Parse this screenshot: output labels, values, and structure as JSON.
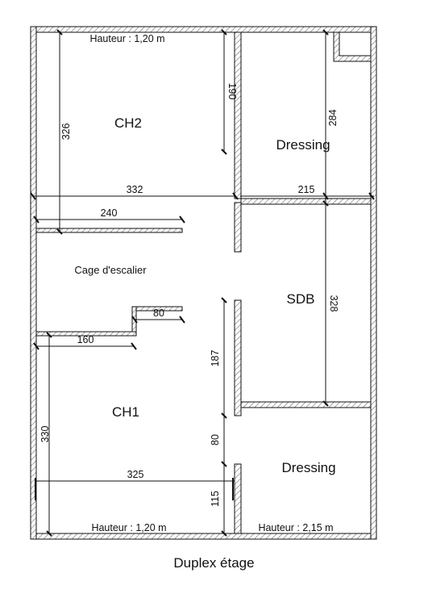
{
  "title": "Duplex étage",
  "rooms": {
    "ch2": "CH2",
    "ch1": "CH1",
    "dressing_top": "Dressing",
    "dressing_bottom": "Dressing",
    "sdb": "SDB",
    "stair": "Cage d'escalier"
  },
  "heights": {
    "top_left": "Hauteur : 1,20 m",
    "bottom_left": "Hauteur : 1,20 m",
    "bottom_right": "Hauteur : 2,15 m"
  },
  "dimensions": {
    "d332": "332",
    "d215": "215",
    "d240": "240",
    "d326": "326",
    "d190": "190",
    "d284": "284",
    "d328": "328",
    "d80_stair": "80",
    "d160": "160",
    "d187": "187",
    "d330": "330",
    "d80_wall": "80",
    "d325": "325",
    "d115": "115"
  },
  "colors": {
    "wall": "#111111",
    "hatch": "#777777"
  }
}
